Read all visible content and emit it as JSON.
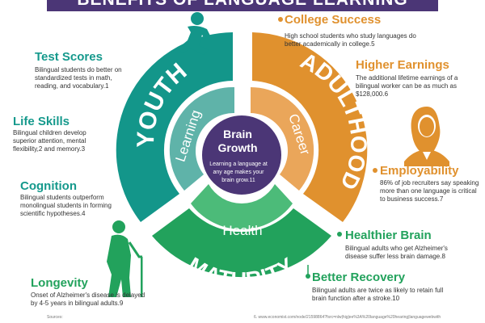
{
  "banner": {
    "title": "BENEFITS OF LANGUAGE LEARNING"
  },
  "center": {
    "title": "Brain Growth",
    "body": "Learning a language at any age makes your brain grow.11"
  },
  "segments": {
    "youth": {
      "label": "YOUTH",
      "inner": "Learning",
      "color": "#13968a",
      "inner_color": "#5fb3a9"
    },
    "adulthood": {
      "label": "ADULTHOOD",
      "inner": "Career",
      "color": "#e0912e",
      "inner_color": "#eaa65a"
    },
    "maturity": {
      "label": "MATURITY",
      "inner": "Health",
      "color": "#22a25c",
      "inner_color": "#4cbb79"
    },
    "hub_color": "#4b3676"
  },
  "benefits": {
    "test_scores": {
      "title": "Test Scores",
      "text": "Bilingual students do better on standardized tests in math, reading, and vocabulary.1"
    },
    "life_skills": {
      "title": "Life Skills",
      "text": "Bilingual children develop superior attention, mental flexibility,2 and memory.3"
    },
    "cognition": {
      "title": "Cognition",
      "text": "Bilingual students outperform monolingual students in forming scientific hypotheses.4"
    },
    "longevity": {
      "title": "Longevity",
      "text": "Onset of Alzheimer's disease is delayed by 4-5 years in bilingual adults.9"
    },
    "college_success": {
      "title": "College Success",
      "text": "High school students who study languages do better academically in college.5"
    },
    "higher_earnings": {
      "title": "Higher Earnings",
      "text": "The additional lifetime earnings of a bilingual worker can be as much as $128,000.6"
    },
    "employability": {
      "title": "Employability",
      "text": "86% of job recruiters say speaking more than one language is critical to business success.7"
    },
    "healthier_brain": {
      "title": "Healthier Brain",
      "text": "Bilingual adults who get Alzheimer's disease suffer less brain damage.8"
    },
    "better_recovery": {
      "title": "Better Recovery",
      "text": "Bilingual adults are twice as likely to retain full brain function after a stroke.10"
    }
  },
  "footer": {
    "sources": "Sources:",
    "footnote": "6. www.economist.com/node/21598864?fsrc=nlw|hig|ee%3A%20language%20hearing|languagewebwith"
  },
  "icons": [
    "child-climbing-icon",
    "businesswoman-icon",
    "elderly-person-with-cane-icon"
  ]
}
